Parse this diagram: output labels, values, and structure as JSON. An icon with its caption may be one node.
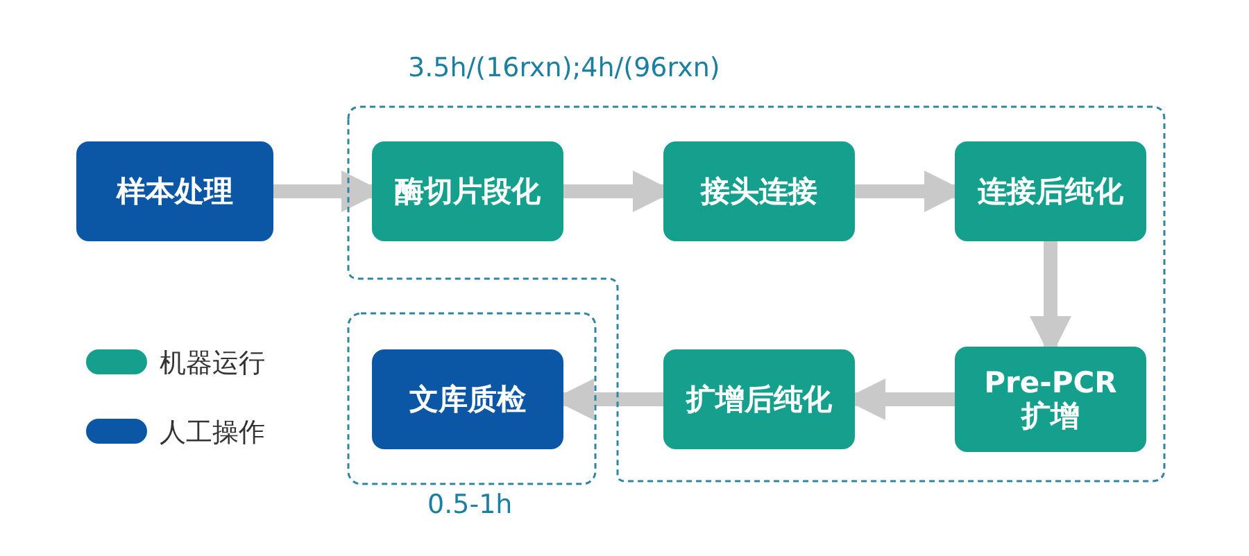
{
  "diagram": {
    "nodes": [
      {
        "text": [
          "样本处理"
        ]
      },
      {
        "text": [
          "3.5h/(16rxn);4h/(96rxn)"
        ]
      },
      {
        "text": [
          "酶切片段化"
        ],
        "in": 1
      },
      {
        "text": [
          "接头连接"
        ],
        "in": 1
      },
      {
        "text": [
          "连接后纯化"
        ],
        "in": 1
      },
      {
        "text": [
          "Pre-PCR 扩增"
        ],
        "in": 1
      },
      {
        "text": [
          "扩增后纯化"
        ],
        "in": 1
      },
      {
        "text": [
          "0.5-1h"
        ]
      },
      {
        "text": [
          "文库质检"
        ],
        "in": 7
      }
    ],
    "edges": [
      {
        "from": 0,
        "to": 2,
        "arrow": "to"
      },
      {
        "from": 2,
        "to": 3,
        "arrow": "to"
      },
      {
        "from": 3,
        "to": 4,
        "arrow": "to"
      },
      {
        "from": 4,
        "to": 5,
        "arrow": "to"
      },
      {
        "from": 5,
        "to": 6,
        "arrow": "to"
      },
      {
        "from": 6,
        "to": 8,
        "arrow": "to"
      }
    ],
    "legend": [
      {
        "text": "机器运行",
        "color": "#15a08e"
      },
      {
        "text": "人工操作",
        "color": "#0b57a6"
      }
    ]
  }
}
